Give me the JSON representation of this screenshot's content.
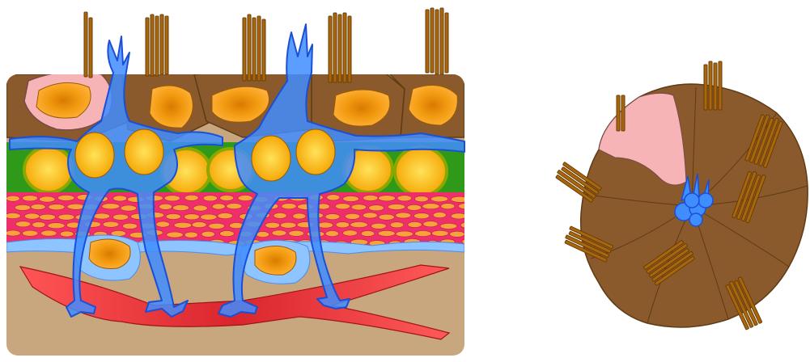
{
  "colors": {
    "background": "#ffffff",
    "tissue_tan": "#c8a77f",
    "brown_cell": "#8a5a2c",
    "brown_cell_stroke": "#5e3a15",
    "pink_cell": "#f6b4b6",
    "nucleus_orange": "#f39c12",
    "nucleus_dark": "#d97a00",
    "green_layer": "#2f9a1a",
    "yellow_nucleus": "#ffd12a",
    "muscle_pink": "#ee2f6a",
    "muscle_cell": "#f7a23a",
    "blood_vessel": "#e8363a",
    "neuron_blue": "#3f8dff",
    "neuron_stroke": "#1a4fd6",
    "glia_light_blue": "#8ec4ff",
    "cilia_brown": "#a8670f",
    "cilia_stroke": "#6a3d00"
  },
  "diagram": {
    "panels": [
      {
        "name": "epithelium-cross-section",
        "type": "layered-tissue"
      },
      {
        "name": "taste-bud-top-view",
        "type": "radial-cluster"
      }
    ]
  }
}
